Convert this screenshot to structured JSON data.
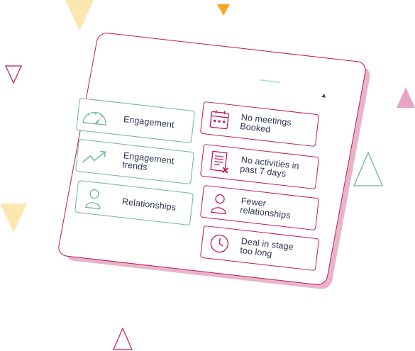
{
  "left_cards": [
    {
      "label": "Engagement",
      "icon": "gauge-icon"
    },
    {
      "label": "Engagement\ntrends",
      "icon": "trend-arrow-icon"
    },
    {
      "label": "Relationships",
      "icon": "person-icon"
    }
  ],
  "right_cards": [
    {
      "label": "No meetings\nBooked",
      "icon": "calendar-icon"
    },
    {
      "label": "No activities in\npast 7 days",
      "icon": "document-x-icon"
    },
    {
      "label": "Fewer\nrelationships",
      "icon": "person-icon"
    },
    {
      "label": "Deal in stage\ntoo long",
      "icon": "clock-icon"
    }
  ],
  "colors": {
    "green": "#6bb596",
    "red": "#c2185b",
    "pink_shadow": "#e8b4cc",
    "text": "#2b3553",
    "yellow": "#fde7b0",
    "orange": "#f5a623"
  }
}
